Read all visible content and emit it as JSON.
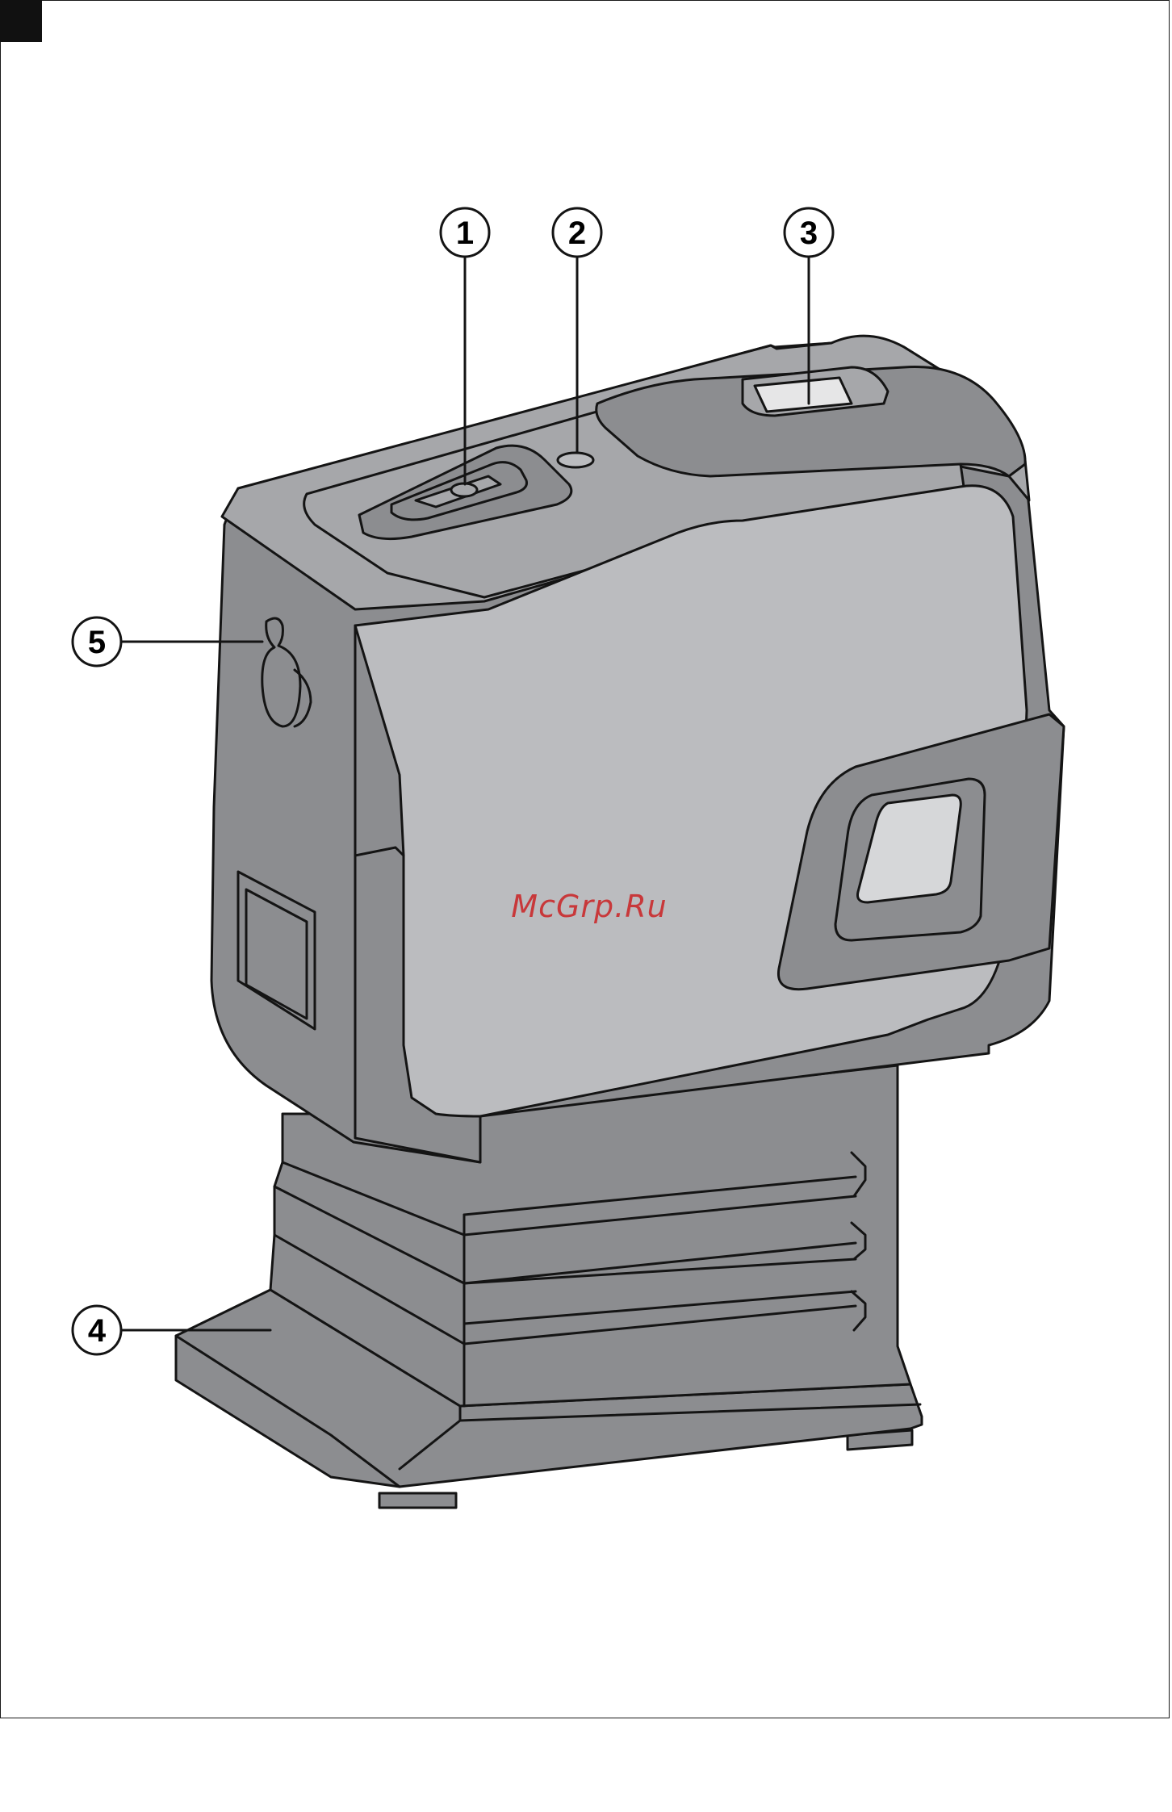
{
  "figure": {
    "callouts": [
      {
        "number": "1",
        "part": "button"
      },
      {
        "number": "2",
        "part": "indicator"
      },
      {
        "number": "3",
        "part": "top-window"
      },
      {
        "number": "4",
        "part": "base"
      },
      {
        "number": "5",
        "part": "keyhole-mount"
      }
    ],
    "watermark": "McGrp.Ru"
  },
  "colors": {
    "body_dark": "#8c8d90",
    "panel_light": "#bbbcbf",
    "top_light": "#a6a7aa",
    "lens": "#d6d7d9",
    "outline": "#141414",
    "watermark": "#c8383a"
  }
}
